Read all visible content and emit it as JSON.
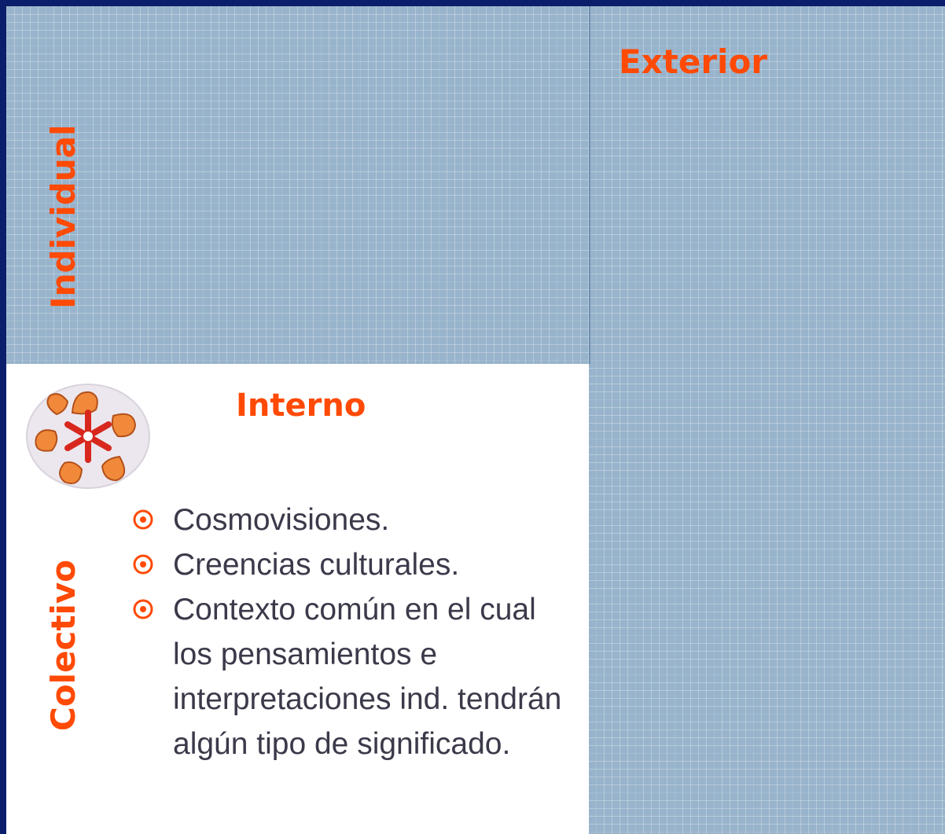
{
  "header": {
    "exterior": "Exterior"
  },
  "axes": {
    "individual": "Individual",
    "colectivo": "Colectivo"
  },
  "panel": {
    "title": "Interno",
    "bullets": [
      "Cosmovisiones.",
      "Creencias culturales.",
      "Contexto común en  el cual los pensamientos e interpretaciones ind. tendrán algún tipo de significado."
    ]
  },
  "colors": {
    "accent": "#ff4a05",
    "grid": "#98b4cc",
    "border": "#0b1e6b",
    "text": "#3a3a4a"
  },
  "icons": {
    "bullet": "circle-dot-icon",
    "logo": "birds-circle-logo"
  }
}
